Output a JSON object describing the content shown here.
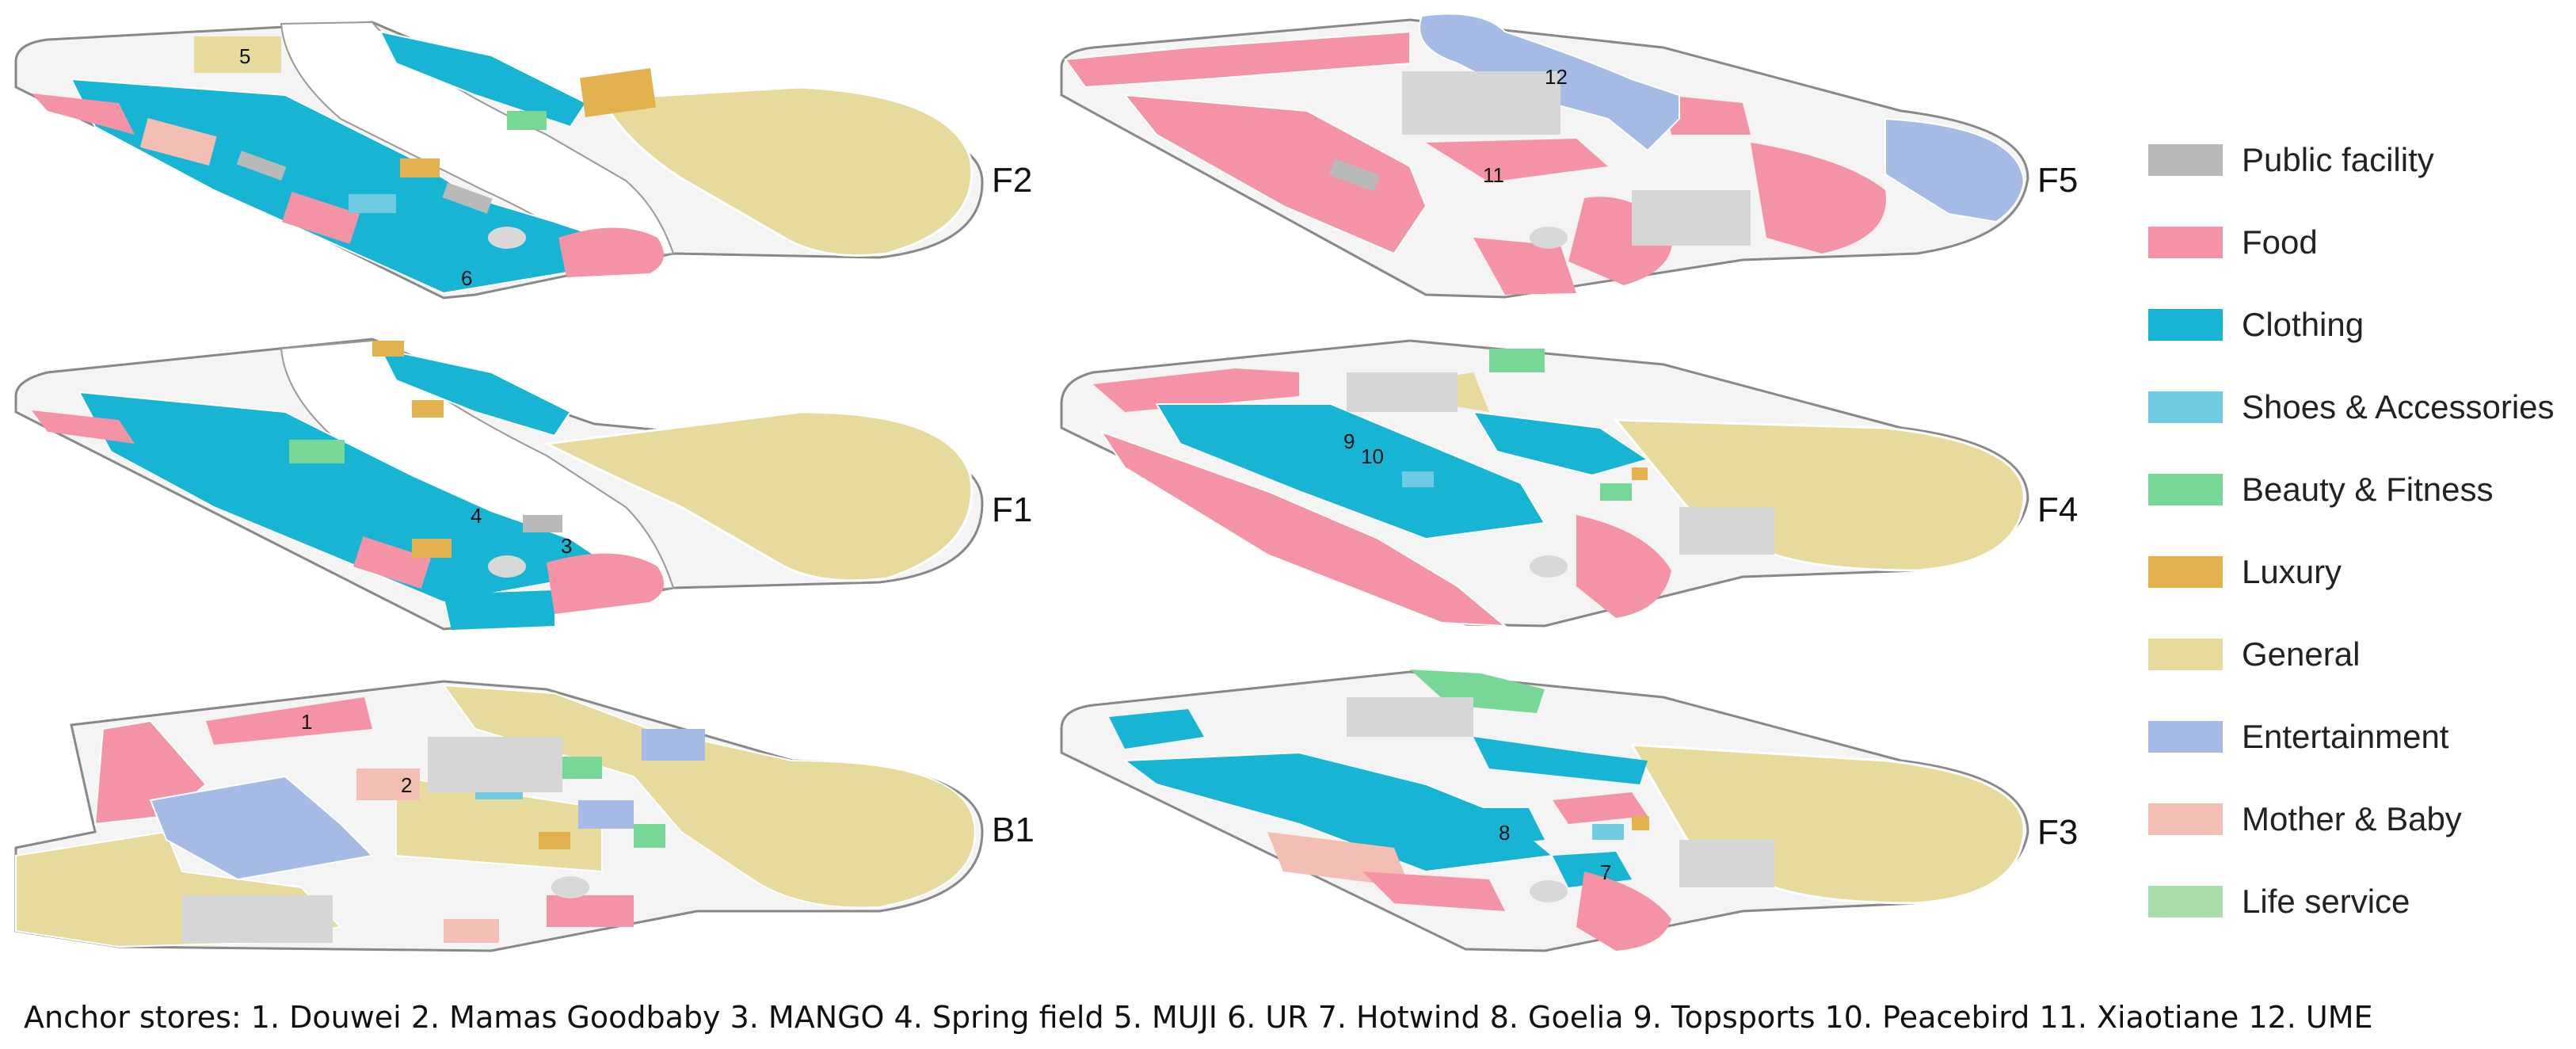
{
  "categories": [
    {
      "key": "public",
      "label": "Public facility",
      "color": "#b9b9b9"
    },
    {
      "key": "food",
      "label": "Food",
      "color": "#f493a5"
    },
    {
      "key": "clothing",
      "label": "Clothing",
      "color": "#18b4d3"
    },
    {
      "key": "shoes",
      "label": "Shoes & Accessories",
      "color": "#6ecbe2"
    },
    {
      "key": "beauty",
      "label": "Beauty & Fitness",
      "color": "#78d696"
    },
    {
      "key": "luxury",
      "label": "Luxury",
      "color": "#e1b24e"
    },
    {
      "key": "general",
      "label": "General",
      "color": "#e6da9c"
    },
    {
      "key": "entertainment",
      "label": "Entertainment",
      "color": "#a5bbe6"
    },
    {
      "key": "mother",
      "label": "Mother & Baby",
      "color": "#f3beb4"
    },
    {
      "key": "life",
      "label": "Life service",
      "color": "#a8dcaa"
    }
  ],
  "floors": {
    "f2": "F2",
    "f1": "F1",
    "b1": "B1",
    "f5": "F5",
    "f4": "F4",
    "f3": "F3"
  },
  "anchors": {
    "a1": "1",
    "a2": "2",
    "a3": "3",
    "a4": "4",
    "a5": "5",
    "a6": "6",
    "a7": "7",
    "a8": "8",
    "a9": "9",
    "a10": "10",
    "a11": "11",
    "a12": "12"
  },
  "caption": "Anchor stores: 1. Douwei 2. Mamas Goodbaby 3. MANGO 4. Spring field 5. MUJI 6. UR 7. Hotwind 8. Goelia 9. Topsports 10. Peacebird 11. Xiaotiane 12. UME"
}
